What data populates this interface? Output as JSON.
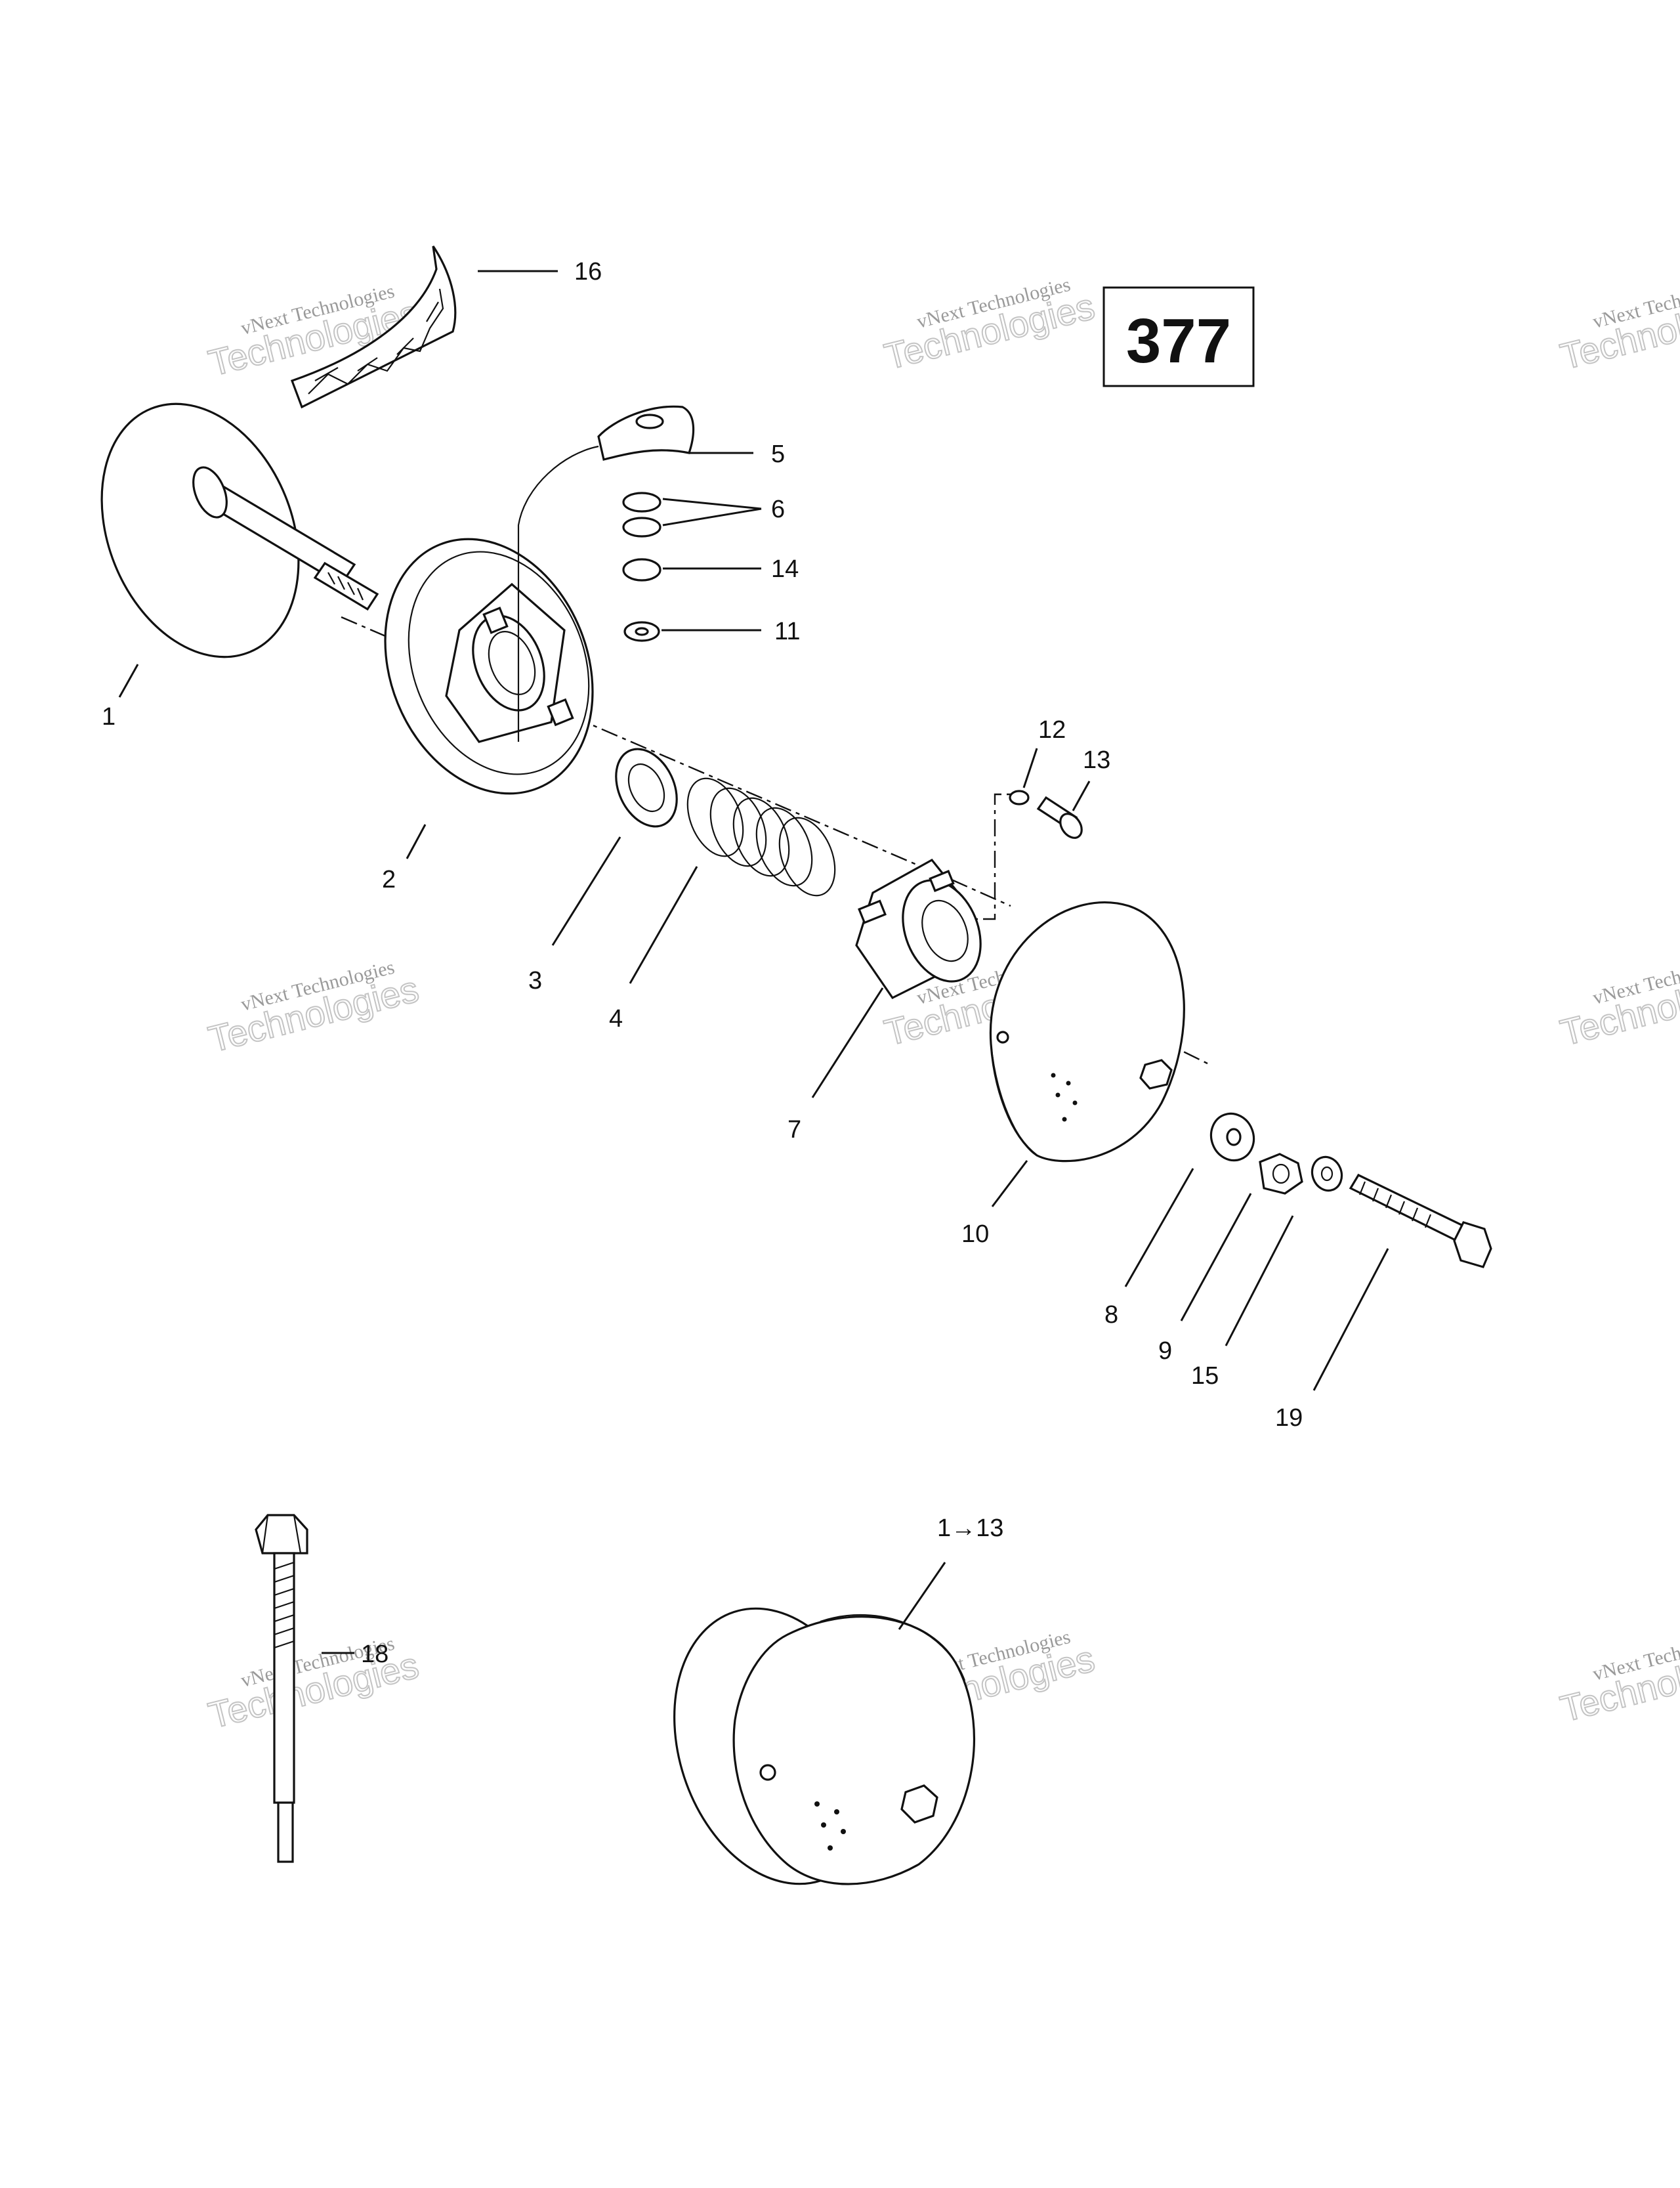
{
  "diagram_number": "377",
  "watermark": {
    "line1": "vNext Technologies",
    "line2": "Technologies"
  },
  "callouts": [
    "16",
    "5",
    "6",
    "14",
    "11",
    "1",
    "2",
    "12",
    "13",
    "3",
    "4",
    "7",
    "10",
    "8",
    "9",
    "15",
    "19",
    "18",
    "1→13"
  ]
}
